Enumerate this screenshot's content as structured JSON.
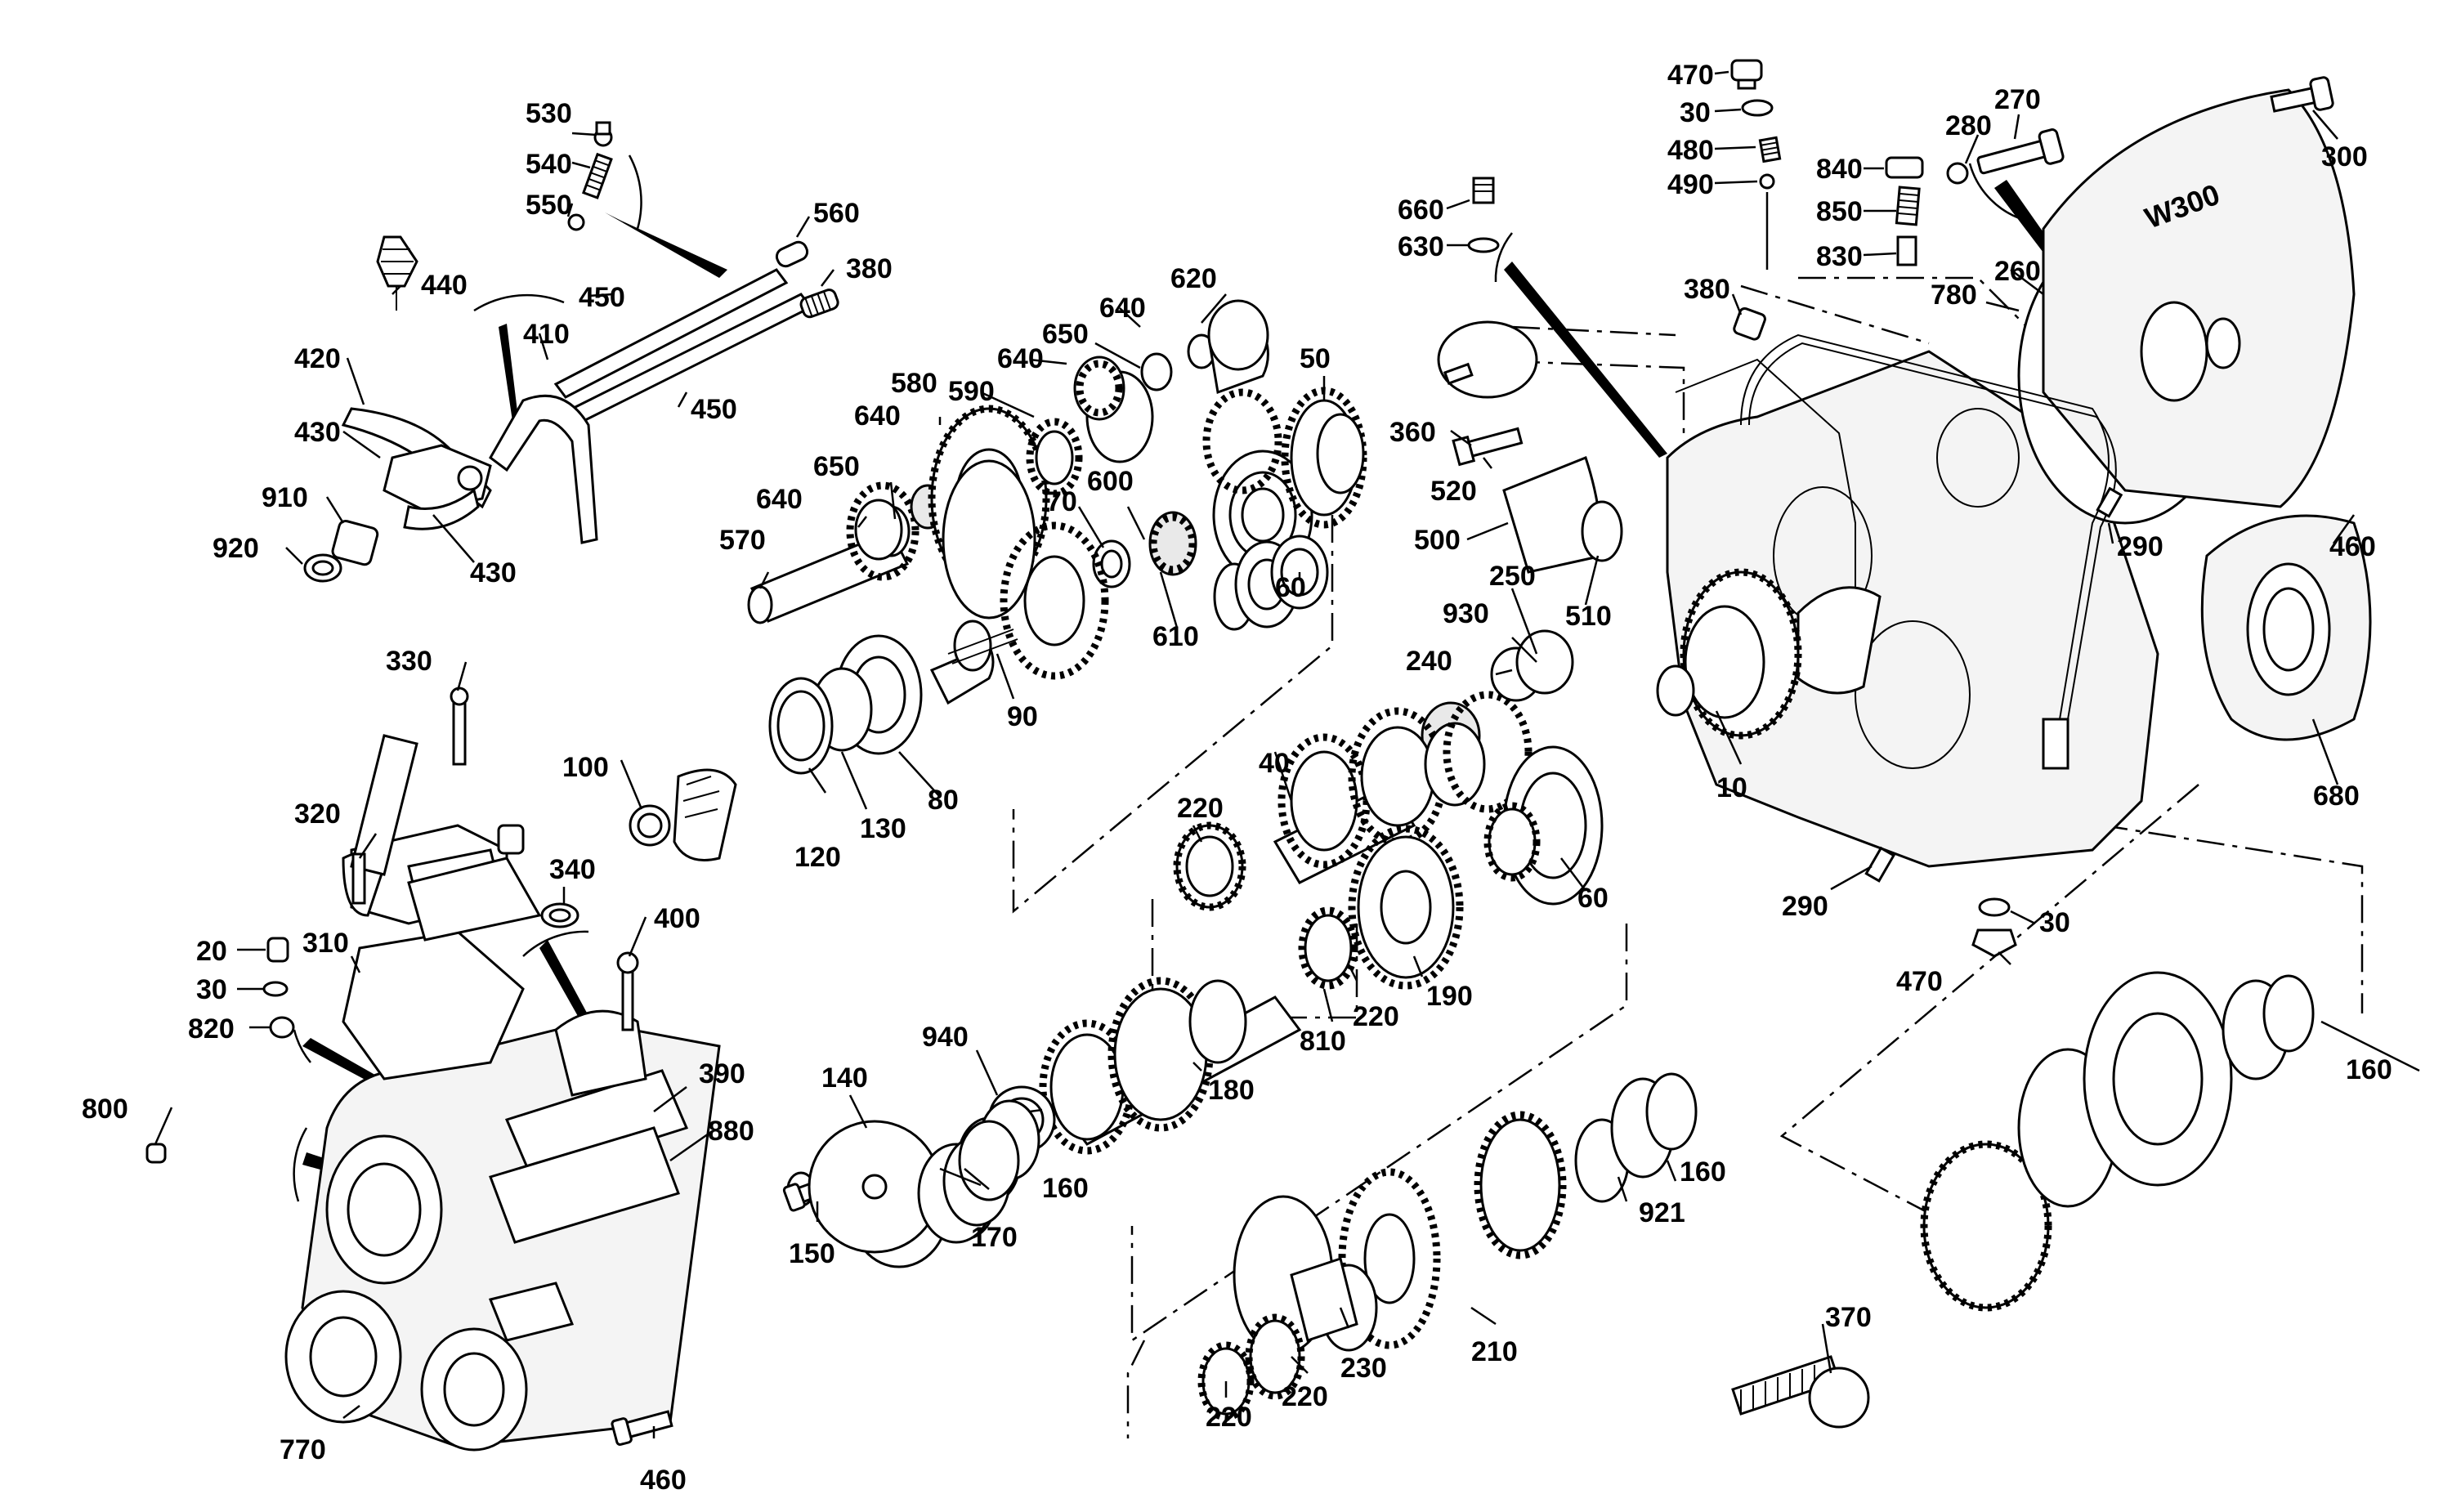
{
  "callouts": [
    "470",
    "30",
    "480",
    "490",
    "280",
    "270",
    "300",
    "840",
    "850",
    "830",
    "660",
    "630",
    "380",
    "780",
    "260",
    "530",
    "540",
    "550",
    "560",
    "380",
    "440",
    "450",
    "410",
    "450",
    "420",
    "430",
    "910",
    "920",
    "430",
    "620",
    "640",
    "650",
    "640",
    "590",
    "580",
    "640",
    "50",
    "650",
    "640",
    "70",
    "600",
    "570",
    "60",
    "610",
    "90",
    "360",
    "520",
    "500",
    "510",
    "250",
    "930",
    "290",
    "460",
    "240",
    "680",
    "330",
    "100",
    "120",
    "130",
    "80",
    "40",
    "10",
    "220",
    "320",
    "340",
    "60",
    "290",
    "30",
    "400",
    "20",
    "30",
    "820",
    "310",
    "190",
    "470",
    "810",
    "220",
    "160",
    "940",
    "140",
    "180",
    "390",
    "800",
    "880",
    "160",
    "921",
    "150",
    "170",
    "160",
    "370",
    "210",
    "230",
    "220",
    "220",
    "770",
    "460"
  ],
  "housing_marking": "W300"
}
